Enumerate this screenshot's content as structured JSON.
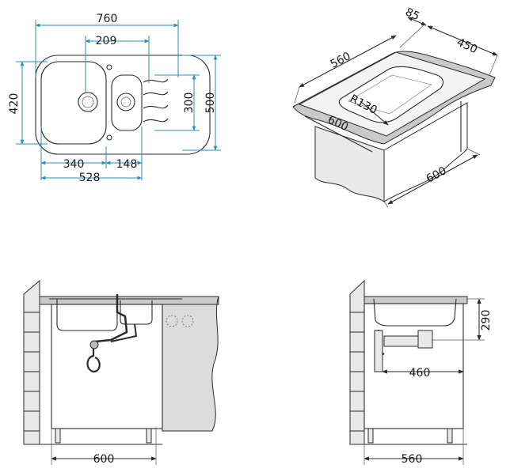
{
  "top_view": {
    "width_overall": "760",
    "width_small_bowl": "209",
    "depth_bowl": "420",
    "depth_drainer": "300",
    "depth_overall": "500",
    "big_bowl_width": "340",
    "small_bowl_width": "148",
    "bowls_total": "528"
  },
  "iso_view": {
    "rim": "85",
    "depth": "450",
    "length": "560",
    "radius": "R130",
    "cabinet_width_front": "600",
    "cabinet_width_side": "600"
  },
  "front_section": {
    "cabinet_width": "600"
  },
  "side_section": {
    "height": "290",
    "inner": "460",
    "cabinet_depth": "560"
  },
  "colors": {
    "dimension_line": "#2b8fb8",
    "ink": "#2a2a2a",
    "counter_fill": "#c9c9c9"
  }
}
